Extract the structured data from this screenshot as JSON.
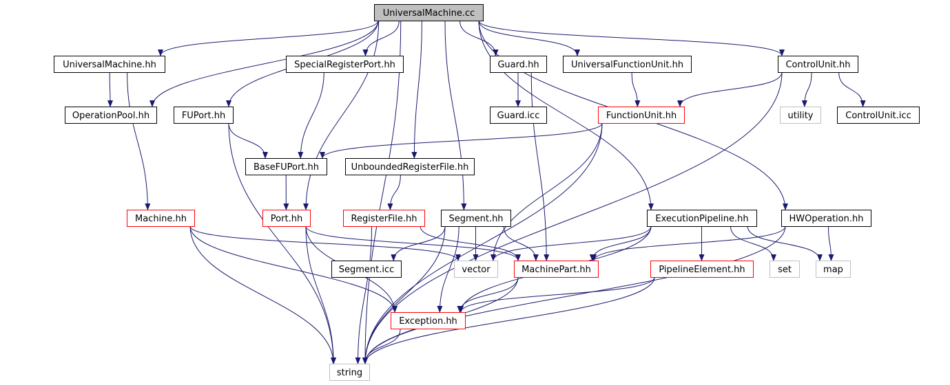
{
  "colors": {
    "edge": "#191970",
    "root_fill": "#bfbfbf",
    "border_normal": "#000000",
    "border_red": "#ff0000",
    "border_gray": "#bfbfbf",
    "label": "#000000"
  },
  "nodes": [
    {
      "id": "universalmachine-cc",
      "label": "UniversalMachine.cc",
      "style": "root"
    },
    {
      "id": "universalmachine-hh",
      "label": "UniversalMachine.hh",
      "style": "normal"
    },
    {
      "id": "specialregisterport-hh",
      "label": "SpecialRegisterPort.hh",
      "style": "normal"
    },
    {
      "id": "guard-hh",
      "label": "Guard.hh",
      "style": "normal"
    },
    {
      "id": "universalfunctionunit-hh",
      "label": "UniversalFunctionUnit.hh",
      "style": "normal"
    },
    {
      "id": "controlunit-hh",
      "label": "ControlUnit.hh",
      "style": "normal"
    },
    {
      "id": "operationpool-hh",
      "label": "OperationPool.hh",
      "style": "normal"
    },
    {
      "id": "fuport-hh",
      "label": "FUPort.hh",
      "style": "normal"
    },
    {
      "id": "guard-icc",
      "label": "Guard.icc",
      "style": "normal"
    },
    {
      "id": "functionunit-hh",
      "label": "FunctionUnit.hh",
      "style": "red"
    },
    {
      "id": "utility",
      "label": "utility",
      "style": "gray"
    },
    {
      "id": "controlunit-icc",
      "label": "ControlUnit.icc",
      "style": "normal"
    },
    {
      "id": "basefuport-hh",
      "label": "BaseFUPort.hh",
      "style": "normal"
    },
    {
      "id": "unboundedregisterfile-hh",
      "label": "UnboundedRegisterFile.hh",
      "style": "normal"
    },
    {
      "id": "machine-hh",
      "label": "Machine.hh",
      "style": "red"
    },
    {
      "id": "port-hh",
      "label": "Port.hh",
      "style": "red"
    },
    {
      "id": "registerfile-hh",
      "label": "RegisterFile.hh",
      "style": "red"
    },
    {
      "id": "segment-hh",
      "label": "Segment.hh",
      "style": "normal"
    },
    {
      "id": "executionpipeline-hh",
      "label": "ExecutionPipeline.hh",
      "style": "normal"
    },
    {
      "id": "hwoperation-hh",
      "label": "HWOperation.hh",
      "style": "normal"
    },
    {
      "id": "segment-icc",
      "label": "Segment.icc",
      "style": "normal"
    },
    {
      "id": "vector",
      "label": "vector",
      "style": "gray"
    },
    {
      "id": "machinepart-hh",
      "label": "MachinePart.hh",
      "style": "red"
    },
    {
      "id": "pipelineelement-hh",
      "label": "PipelineElement.hh",
      "style": "red"
    },
    {
      "id": "set",
      "label": "set",
      "style": "gray"
    },
    {
      "id": "map",
      "label": "map",
      "style": "gray"
    },
    {
      "id": "exception-hh",
      "label": "Exception.hh",
      "style": "red"
    },
    {
      "id": "string",
      "label": "string",
      "style": "gray"
    }
  ],
  "edges": [
    [
      "universalmachine-cc",
      "universalmachine-hh"
    ],
    [
      "universalmachine-cc",
      "specialregisterport-hh"
    ],
    [
      "universalmachine-cc",
      "guard-hh"
    ],
    [
      "universalmachine-cc",
      "universalfunctionunit-hh"
    ],
    [
      "universalmachine-cc",
      "controlunit-hh"
    ],
    [
      "universalmachine-cc",
      "operationpool-hh"
    ],
    [
      "universalmachine-cc",
      "fuport-hh"
    ],
    [
      "universalmachine-cc",
      "unboundedregisterfile-hh"
    ],
    [
      "universalmachine-cc",
      "port-hh"
    ],
    [
      "universalmachine-cc",
      "segment-hh"
    ],
    [
      "universalmachine-cc",
      "executionpipeline-hh"
    ],
    [
      "universalmachine-cc",
      "hwoperation-hh"
    ],
    [
      "universalmachine-cc",
      "string"
    ],
    [
      "universalmachine-hh",
      "operationpool-hh"
    ],
    [
      "universalmachine-hh",
      "machine-hh"
    ],
    [
      "specialregisterport-hh",
      "basefuport-hh"
    ],
    [
      "guard-hh",
      "guard-icc"
    ],
    [
      "guard-hh",
      "machinepart-hh"
    ],
    [
      "universalfunctionunit-hh",
      "functionunit-hh"
    ],
    [
      "controlunit-hh",
      "functionunit-hh"
    ],
    [
      "controlunit-hh",
      "utility"
    ],
    [
      "controlunit-hh",
      "controlunit-icc"
    ],
    [
      "controlunit-hh",
      "string"
    ],
    [
      "fuport-hh",
      "basefuport-hh"
    ],
    [
      "fuport-hh",
      "string"
    ],
    [
      "functionunit-hh",
      "basefuport-hh"
    ],
    [
      "functionunit-hh",
      "vector"
    ],
    [
      "functionunit-hh",
      "string"
    ],
    [
      "basefuport-hh",
      "port-hh"
    ],
    [
      "unboundedregisterfile-hh",
      "registerfile-hh"
    ],
    [
      "machine-hh",
      "vector"
    ],
    [
      "machine-hh",
      "exception-hh"
    ],
    [
      "machine-hh",
      "string"
    ],
    [
      "port-hh",
      "machinepart-hh"
    ],
    [
      "port-hh",
      "exception-hh"
    ],
    [
      "port-hh",
      "string"
    ],
    [
      "registerfile-hh",
      "machinepart-hh"
    ],
    [
      "registerfile-hh",
      "string"
    ],
    [
      "segment-hh",
      "segment-icc"
    ],
    [
      "segment-hh",
      "vector"
    ],
    [
      "segment-hh",
      "machinepart-hh"
    ],
    [
      "segment-hh",
      "exception-hh"
    ],
    [
      "segment-hh",
      "string"
    ],
    [
      "executionpipeline-hh",
      "vector"
    ],
    [
      "executionpipeline-hh",
      "machinepart-hh"
    ],
    [
      "executionpipeline-hh",
      "pipelineelement-hh"
    ],
    [
      "executionpipeline-hh",
      "set"
    ],
    [
      "executionpipeline-hh",
      "map"
    ],
    [
      "executionpipeline-hh",
      "exception-hh"
    ],
    [
      "hwoperation-hh",
      "machinepart-hh"
    ],
    [
      "hwoperation-hh",
      "map"
    ],
    [
      "hwoperation-hh",
      "string"
    ],
    [
      "machinepart-hh",
      "exception-hh"
    ],
    [
      "machinepart-hh",
      "string"
    ],
    [
      "pipelineelement-hh",
      "exception-hh"
    ],
    [
      "pipelineelement-hh",
      "string"
    ],
    [
      "exception-hh",
      "string"
    ]
  ]
}
